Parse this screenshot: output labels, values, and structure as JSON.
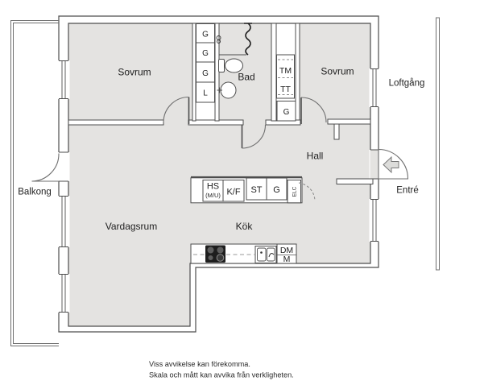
{
  "labels": {
    "sovrum_left": "Sovrum",
    "bad": "Bad",
    "sovrum_right": "Sovrum",
    "hall": "Hall",
    "vardagsrum": "Vardagsrum",
    "kok": "Kök",
    "balkong": "Balkong",
    "loftgang": "Loftgång",
    "entre": "Entré"
  },
  "fixtures": {
    "closets": {
      "c1": "G",
      "c2": "G",
      "c3": "G",
      "c4": "L"
    },
    "laundry": {
      "washer": "TM",
      "dryer": "TT",
      "cabinet": "G"
    },
    "kitchen_tall_units": {
      "hs": "HS",
      "hs_sub": "(M/U)",
      "kf": "K/F",
      "st": "ST",
      "g": "G",
      "elc": "ELC"
    },
    "kitchen_counter": {
      "dm": "DM",
      "m": "M"
    }
  },
  "footer": {
    "line1": "Viss avvikelse kan förekomma.",
    "line2": "Skala och mått kan avvika från verkligheten."
  },
  "colors": {
    "room_fill": "#e4e3e1",
    "wall": "#4d4d4d",
    "light_line": "#6f6f6f"
  }
}
